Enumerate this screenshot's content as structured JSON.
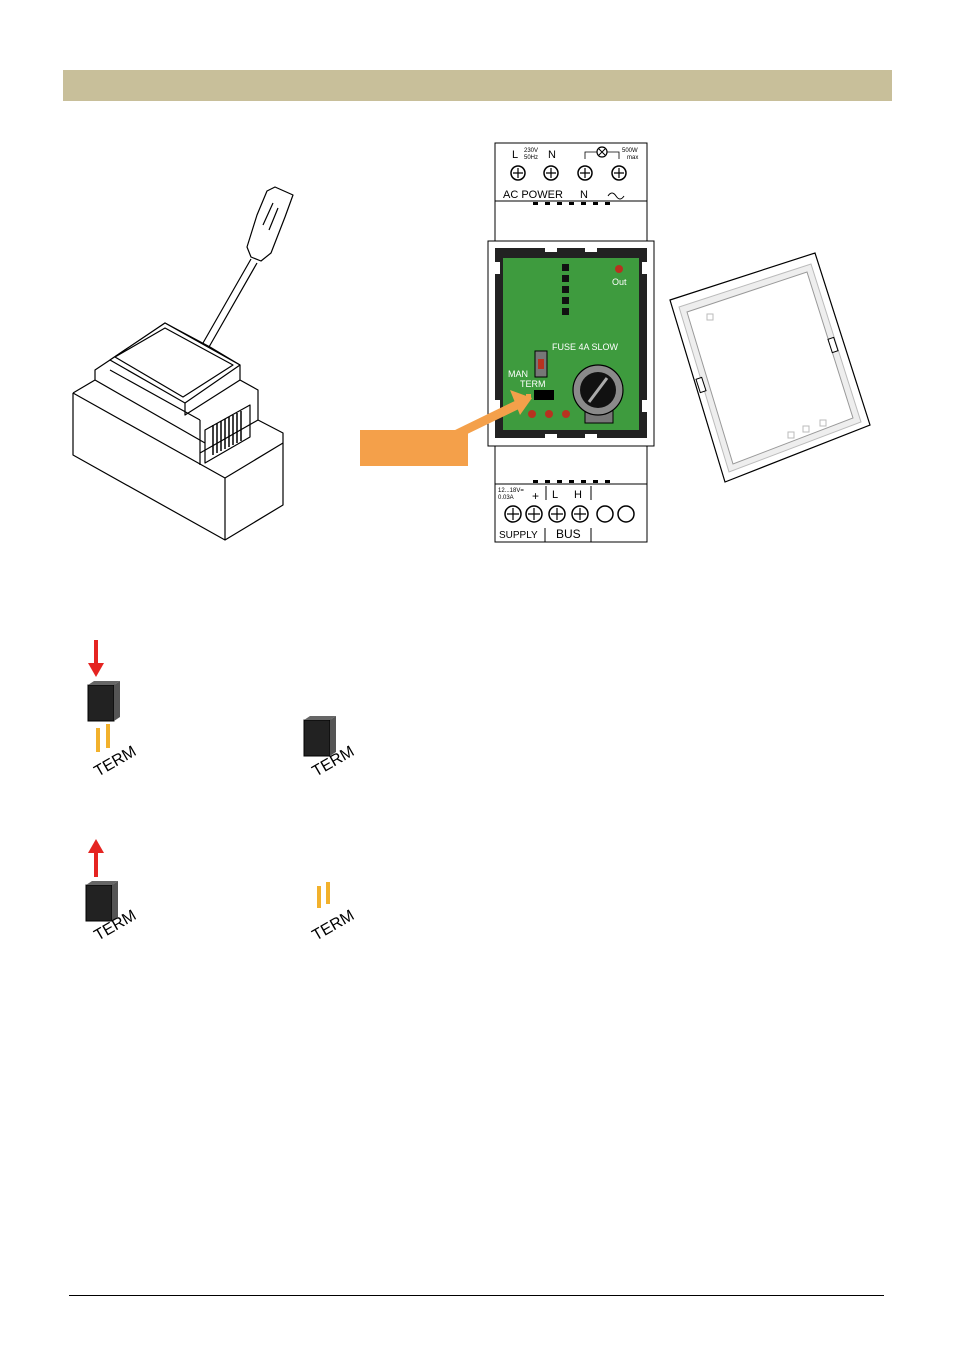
{
  "module": {
    "top_terminals": {
      "L": "L",
      "voltage_line1": "230V",
      "voltage_line2": "50Hz",
      "N": "N",
      "power_line1": "500W",
      "power_line2": "max",
      "ac_power": "AC POWER",
      "N2": "N"
    },
    "board": {
      "out_label": "Out",
      "fuse_label": "FUSE 4A SLOW",
      "man_label": "MAN",
      "term_label": "TERM"
    },
    "bottom_terminals": {
      "supply_line1": "12...18V=",
      "supply_line2": "0.03A",
      "plus": "+",
      "L": "L",
      "H": "H",
      "supply": "SUPPLY",
      "bus": "BUS"
    }
  },
  "jumpers": {
    "label": "TERM",
    "insert_arrow_color": "#e52421",
    "remove_arrow_color": "#e52421"
  },
  "colors": {
    "header_bar": "#c8bf9a",
    "board_green": "#3e9b3e",
    "callout_orange": "#f4a04a"
  }
}
